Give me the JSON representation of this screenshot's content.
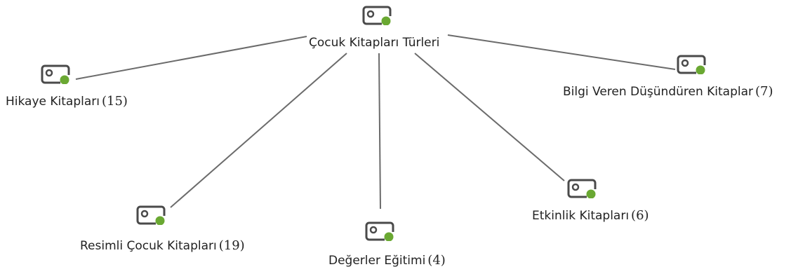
{
  "diagram": {
    "root": {
      "label": "Çocuk Kitapları Türleri",
      "icon": "tag-icon"
    },
    "children": [
      {
        "label": "Hikaye Kitapları",
        "count": "(15)",
        "icon": "tag-icon"
      },
      {
        "label": "Bilgi Veren Düşündüren Kitaplar",
        "count": "(7)",
        "icon": "tag-icon"
      },
      {
        "label": "Resimli Çocuk Kitapları",
        "count": "(19)",
        "icon": "tag-icon"
      },
      {
        "label": "Değerler Eğitimi",
        "count": "(4)",
        "icon": "tag-icon"
      },
      {
        "label": "Etkinlik Kitapları",
        "count": "(6)",
        "icon": "tag-icon"
      }
    ],
    "colors": {
      "line": "#6b6b6b",
      "icon_stroke": "#4a4a4a",
      "icon_dot": "#6aa832"
    }
  }
}
